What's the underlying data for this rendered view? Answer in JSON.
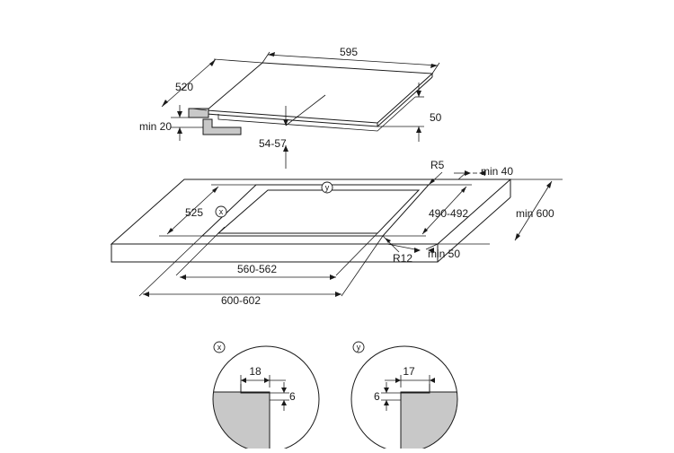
{
  "labels": {
    "hob_width": "595",
    "hob_depth": "520",
    "hob_height": "50",
    "min_clearance": "min 20",
    "insertion_depth": "54-57",
    "corner_radius_small": "R5",
    "corner_radius_large": "R12",
    "min_rear": "min 40",
    "min_side": "min 50",
    "min_worktop_depth": "min 600",
    "cutout_depth": "490-492",
    "cutout_depth_inner": "525",
    "cutout_width_inner": "560-562",
    "cutout_width_outer": "600-602",
    "detail_x_mark": "x",
    "detail_y_mark": "y",
    "detail_x_width": "18",
    "detail_x_height": "6",
    "detail_y_width": "17",
    "detail_y_height": "6"
  }
}
